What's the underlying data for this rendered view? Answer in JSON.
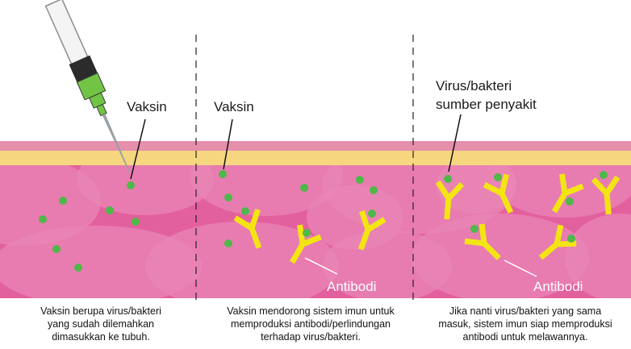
{
  "colors": {
    "tissue": "#e3609e",
    "cell": "#e986b6",
    "skin_top": "#e58fab",
    "skin_fat": "#f6d77f",
    "virus": "#4fb848",
    "antibody": "#f3e513",
    "syringe_green": "#72c444",
    "needle": "#9aa0a6"
  },
  "panels": [
    {
      "labels": [
        "Vaksin"
      ],
      "caption": [
        "Vaksin berupa virus/bakteri",
        "yang sudah dilemahkan",
        "dimasukkan ke tubuh."
      ]
    },
    {
      "labels": [
        "Vaksin",
        "Antibodi"
      ],
      "caption": [
        "Vaksin mendorong sistem imun untuk",
        "memproduksi antibodi/perlindungan",
        "terhadap virus/bakteri."
      ]
    },
    {
      "labels": [
        "Virus/bakteri",
        "sumber penyakit",
        "Antibodi"
      ],
      "caption": [
        "Jika nanti virus/bakteri yang sama",
        "masuk, sistem imun siap memproduksi",
        "antibodi untuk melawannya."
      ]
    }
  ]
}
